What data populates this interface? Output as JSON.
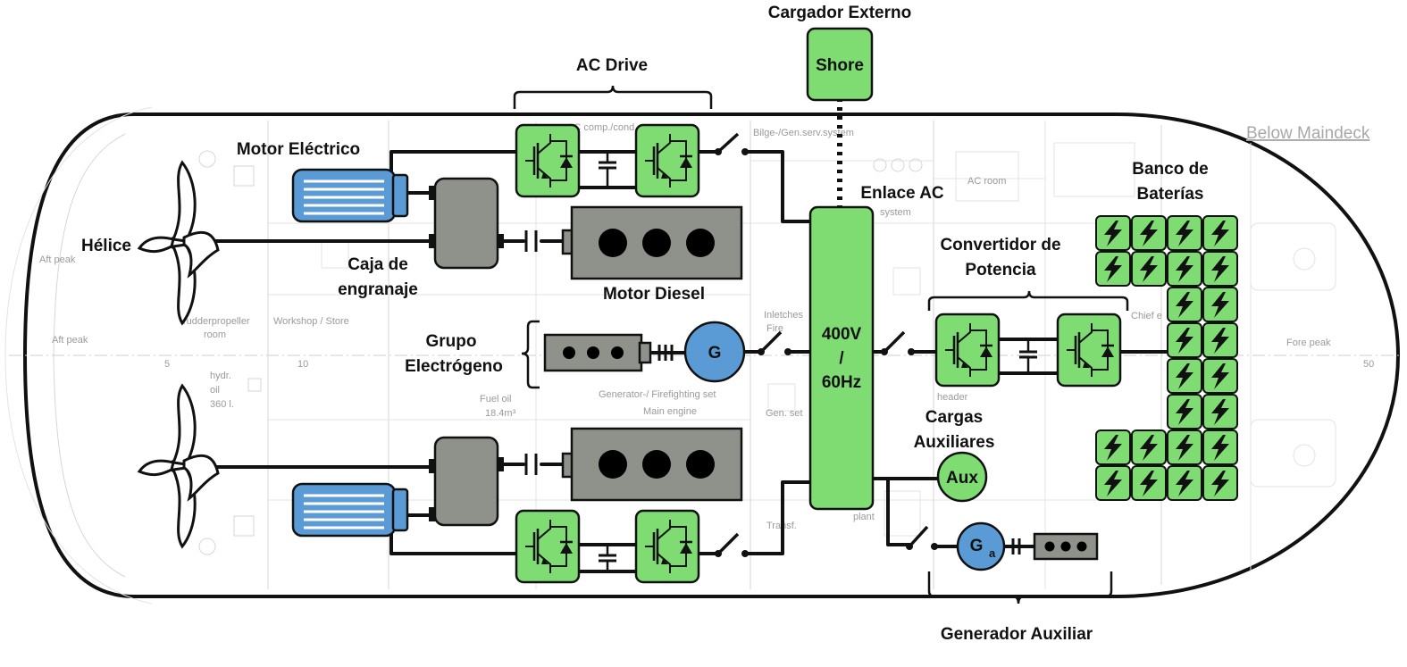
{
  "labels": {
    "cargador_externo": "Cargador Externo",
    "shore": "Shore",
    "ac_drive": "AC Drive",
    "below_maindeck": "Below Maindeck",
    "motor_electrico": "Motor Eléctrico",
    "helice": "Hélice",
    "caja_l1": "Caja de",
    "caja_l2": "engranaje",
    "motor_diesel": "Motor Diesel",
    "grupo_l1": "Grupo",
    "grupo_l2": "Electrógeno",
    "generator_g": "G",
    "enlace_ac": "Enlace AC",
    "bus_l1": "400V",
    "bus_l2": "/",
    "bus_l3": "60Hz",
    "banco_l1": "Banco de",
    "banco_l2": "Baterías",
    "conv_l1": "Convertidor de",
    "conv_l2": "Potencia",
    "cargas_l1": "Cargas",
    "cargas_l2": "Auxiliares",
    "aux": "Aux",
    "ga": "G",
    "ga_sub": "a",
    "generador_auxiliar": "Generador Auxiliar"
  },
  "background_labels": {
    "aft_peak_1": "Aft peak",
    "aft_peak_2": "Aft peak",
    "rudderpropeller": "rudderpropeller",
    "room": "room",
    "workshop": "Workshop / Store",
    "hydr": "hydr.",
    "oil": "oil",
    "oil_vol": "360 l.",
    "fuel_oil": "Fuel oil",
    "fuel_vol": "18.4m³",
    "gen_firefighting": "Generator-/ Firefighting set",
    "main_engine": "Main engine",
    "ac_comp": "AC comp./cond.",
    "bilge": "Bilge-/Gen.serv.system",
    "ac_room": "AC room",
    "system": "system",
    "inletches": "Inletches",
    "fire": "Fire",
    "gen_set": "Gen. set",
    "transf": "Transf.",
    "plant": "plant",
    "header": "header",
    "chief": "Chief e",
    "fore_peak": "Fore peak",
    "frame_5": "5",
    "frame_10": "10",
    "frame_50": "50"
  },
  "battery_grid": {
    "rows": 8,
    "cols": 4,
    "missing_cells": [
      "0,?",
      "2,0",
      "2,1",
      "3,0",
      "3,1",
      "4,0",
      "4,1",
      "5,0",
      "5,1"
    ]
  },
  "colors": {
    "green": "#7edc72",
    "grey": "#8f918b",
    "blue": "#5b9bd5",
    "outline": "#111111",
    "background_lines": "#d6d6d6"
  },
  "icons": {
    "igbt": "igbt-switch-icon",
    "battery": "lightning-bolt-icon",
    "propeller": "propeller-icon",
    "switch": "breaker-switch-icon",
    "capacitor": "capacitor-icon"
  }
}
